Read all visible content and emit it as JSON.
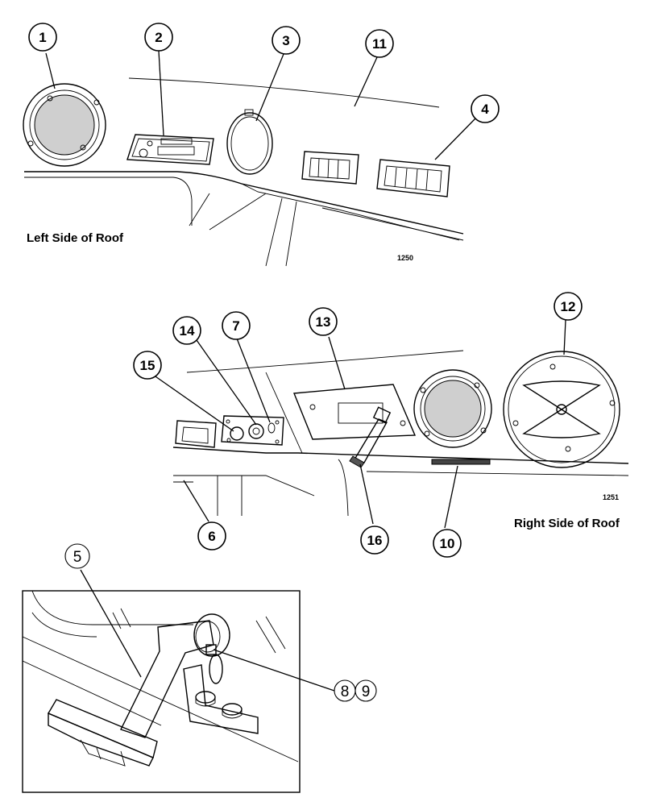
{
  "diagram": {
    "top_view": {
      "caption": "Left Side of Roof",
      "figure_number": "1250",
      "callouts": [
        "1",
        "2",
        "3",
        "11",
        "4"
      ]
    },
    "middle_view": {
      "caption": "Right Side of Roof",
      "figure_number": "1251",
      "callouts": [
        "14",
        "7",
        "15",
        "13",
        "12",
        "6",
        "16",
        "10"
      ]
    },
    "bottom_view": {
      "callouts": [
        "5",
        "8",
        "9"
      ]
    }
  }
}
